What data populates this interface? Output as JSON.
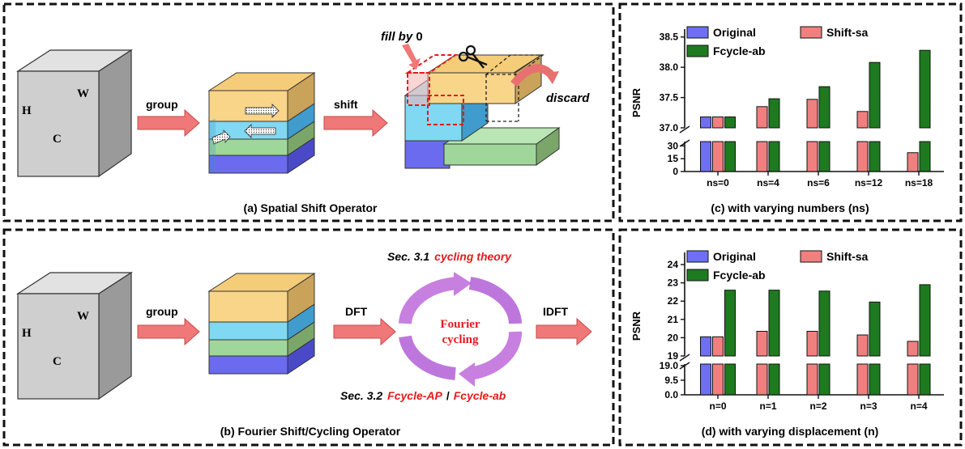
{
  "panel_a": {
    "caption": "(a) Spatial Shift Operator",
    "cube": {
      "h": "H",
      "w": "W",
      "c": "C"
    },
    "arrow1": "group",
    "arrow2": "shift",
    "fill_word": "fill by",
    "fill_num": "0",
    "discard": "discard"
  },
  "panel_b": {
    "caption": "(b) Fourier Shift/Cycling Operator",
    "cube": {
      "h": "H",
      "w": "W",
      "c": "C"
    },
    "arrow1": "group",
    "arrow2": "DFT",
    "arrow3": "IDFT",
    "cycle_line1": "Fourier",
    "cycle_line2": "cycling",
    "sec31_prefix": "Sec. 3.1",
    "sec31_text": "cycling theory",
    "sec32_prefix": "Sec. 3.2",
    "sec32_a": "Fcycle-AP",
    "sec32_sep": "/",
    "sec32_b": "Fcycle-ab"
  },
  "colors": {
    "original": "#6f6ff2",
    "shift_sa": "#f08080",
    "fcycle_ab": "#1e7a1e",
    "red_text": "#e41a1c",
    "arrow_fill": "#f07878",
    "cycle": "#c77fe0"
  },
  "chart_data": [
    {
      "type": "bar",
      "caption": "(c) with varying numbers (ns)",
      "ylabel": "PSNR",
      "categories": [
        "ns=0",
        "ns=4",
        "ns=6",
        "ns=12",
        "ns=18"
      ],
      "series": [
        {
          "name": "Original",
          "values": [
            37.18,
            null,
            null,
            null,
            null
          ]
        },
        {
          "name": "Shift-sa",
          "values": [
            37.18,
            37.35,
            37.47,
            37.27,
            22
          ]
        },
        {
          "name": "Fcycle-ab",
          "values": [
            37.18,
            37.48,
            37.68,
            38.08,
            38.28
          ]
        }
      ],
      "upper_ylim": [
        37.0,
        38.55
      ],
      "upper_ticks": [
        "37.0",
        "37.5",
        "38.0",
        "38.5"
      ],
      "lower_ylim": [
        0,
        35
      ],
      "lower_ticks": [
        "0",
        "15",
        "30"
      ],
      "legend": "top"
    },
    {
      "type": "bar",
      "caption": "(d) with varying displacement (n)",
      "ylabel": "PSNR",
      "categories": [
        "n=0",
        "n=1",
        "n=2",
        "n=3",
        "n=4"
      ],
      "series": [
        {
          "name": "Original",
          "values": [
            20.05,
            null,
            null,
            null,
            null
          ]
        },
        {
          "name": "Shift-sa",
          "values": [
            20.05,
            20.35,
            20.35,
            20.15,
            19.8
          ]
        },
        {
          "name": "Fcycle-ab",
          "values": [
            22.6,
            22.6,
            22.55,
            21.95,
            22.9
          ]
        }
      ],
      "upper_ylim": [
        19.0,
        24.4
      ],
      "upper_ticks": [
        "19",
        "20",
        "21",
        "22",
        "23",
        "24"
      ],
      "lower_ylim": [
        0,
        20
      ],
      "lower_ticks": [
        "0.0",
        "9.5",
        "19.0"
      ],
      "legend": "top"
    }
  ]
}
